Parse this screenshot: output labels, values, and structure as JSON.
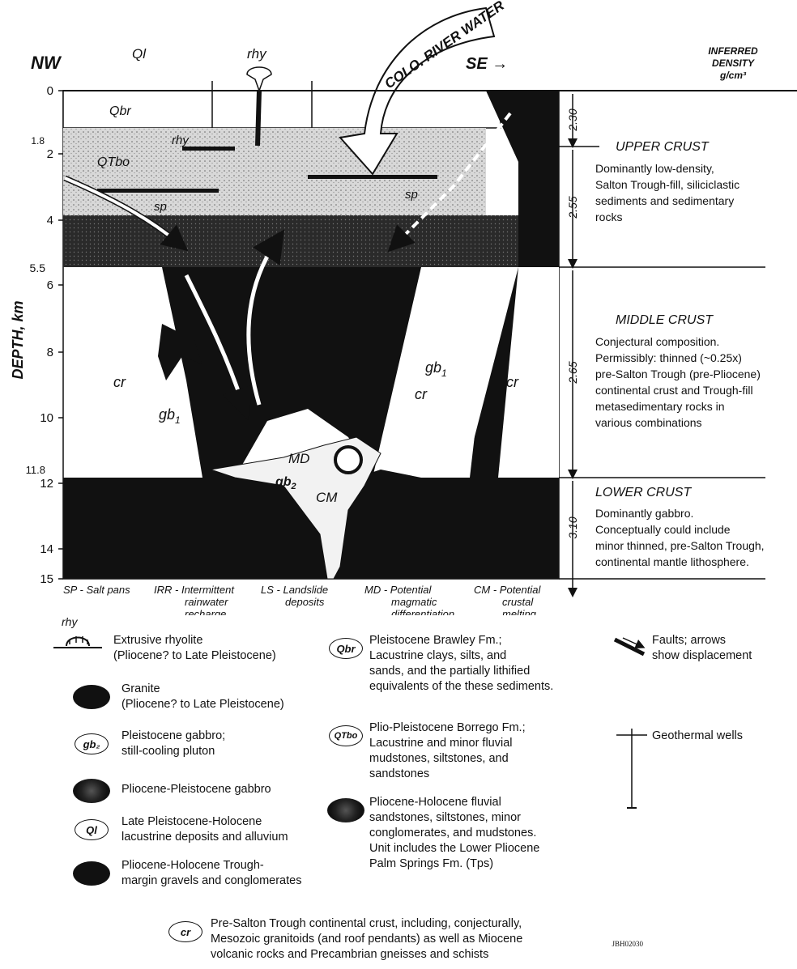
{
  "header": {
    "nw": "NW",
    "se": "SE →",
    "colo_river": "COLO. RIVER WATER",
    "density_title_1": "INFERRED",
    "density_title_2": "DENSITY",
    "density_title_3": "g/cm³",
    "ql": "Ql",
    "rhy_top": "rhy"
  },
  "axis": {
    "label": "DEPTH, km",
    "ticks": [
      "0",
      "1.8",
      "2",
      "4",
      "5.5",
      "6",
      "8",
      "10",
      "11.8",
      "12",
      "14",
      "15"
    ]
  },
  "units_on_section": {
    "qbr": "Qbr",
    "qtbo": "QTbo",
    "rhy_buried": "rhy",
    "sp_left": "sp",
    "sp_right": "sp",
    "cr_left": "cr",
    "cr_mid": "cr",
    "cr_right": "cr",
    "gb1_left": "gb",
    "gb1_right": "gb",
    "sub1": "1",
    "md": "MD",
    "gb2": "gb",
    "sub2": "2",
    "cm": "CM"
  },
  "densities": [
    "2.30",
    "2.55",
    "2.65",
    "3.10"
  ],
  "crust": {
    "upper_title": "UPPER CRUST",
    "upper_lines": [
      "Dominantly low-density,",
      "Salton Trough-fill, siliciclastic",
      "sediments and sedimentary",
      "rocks"
    ],
    "middle_title": "MIDDLE CRUST",
    "middle_lines": [
      "Conjectural composition.",
      "Permissibly:  thinned (~0.25x)",
      "pre-Salton Trough (pre-Pliocene)",
      "continental crust and Trough-fill",
      "metasedimentary rocks in",
      "various combinations"
    ],
    "lower_title": "LOWER CRUST",
    "lower_lines": [
      "Dominantly gabbro.",
      "Conceptually could include",
      "minor thinned, pre-Salton Trough,",
      "continental mantle lithosphere."
    ]
  },
  "abbreviations": [
    {
      "code": "SP -",
      "lines": [
        "Salt pans"
      ]
    },
    {
      "code": "IRR -",
      "lines": [
        "Intermittent",
        "rainwater",
        "recharge"
      ]
    },
    {
      "code": "LS -",
      "lines": [
        "Landslide",
        "deposits"
      ]
    },
    {
      "code": "MD -",
      "lines": [
        "Potential",
        "magmatic",
        "differentiation"
      ]
    },
    {
      "code": "CM -",
      "lines": [
        "Potential",
        "crustal",
        "melting"
      ]
    }
  ],
  "legend": {
    "rhy_label": "rhy",
    "rhyolite": "Extrusive rhyolite\n(Pliocene? to Late Pleistocene)",
    "granite": "Granite\n(Pliocene? to Late Pleistocene)",
    "gb2_abbr": "gb₂",
    "gb2": "Pleistocene gabbro;\nstill-cooling pluton",
    "gabbro": "Pliocene-Pleistocene gabbro",
    "ql_abbr": "Ql",
    "ql": "Late Pleistocene-Holocene\nlacustrine deposits and alluvium",
    "gravels": "Pliocene-Holocene Trough-\nmargin gravels and conglomerates",
    "qbr_abbr": "Qbr",
    "qbr": "Pleistocene Brawley Fm.;\nLacustrine clays, silts, and\nsands, and the partially lithified\nequivalents of the these sediments.",
    "qtbo_abbr": "QTbo",
    "qtbo": "Plio-Pleistocene Borrego Fm.;\nLacustrine and minor fluvial\nmudstones, siltstones, and\nsandstones",
    "fluvial": "Pliocene-Holocene fluvial\nsandstones, siltstones, minor\nconglomerates, and mudstones.\nUnit includes the Lower Pliocene\nPalm Springs Fm. (Tps)",
    "faults": "Faults; arrows\nshow displacement",
    "wells": "Geothermal wells",
    "cr_abbr": "cr",
    "cr": "Pre-Salton Trough continental crust, including, conjecturally,\nMesozoic granitoids (and roof pendants) as well as Miocene\nvolcanic rocks and Precambrian gneisses and schists"
  },
  "footer_code": "JBH02030"
}
